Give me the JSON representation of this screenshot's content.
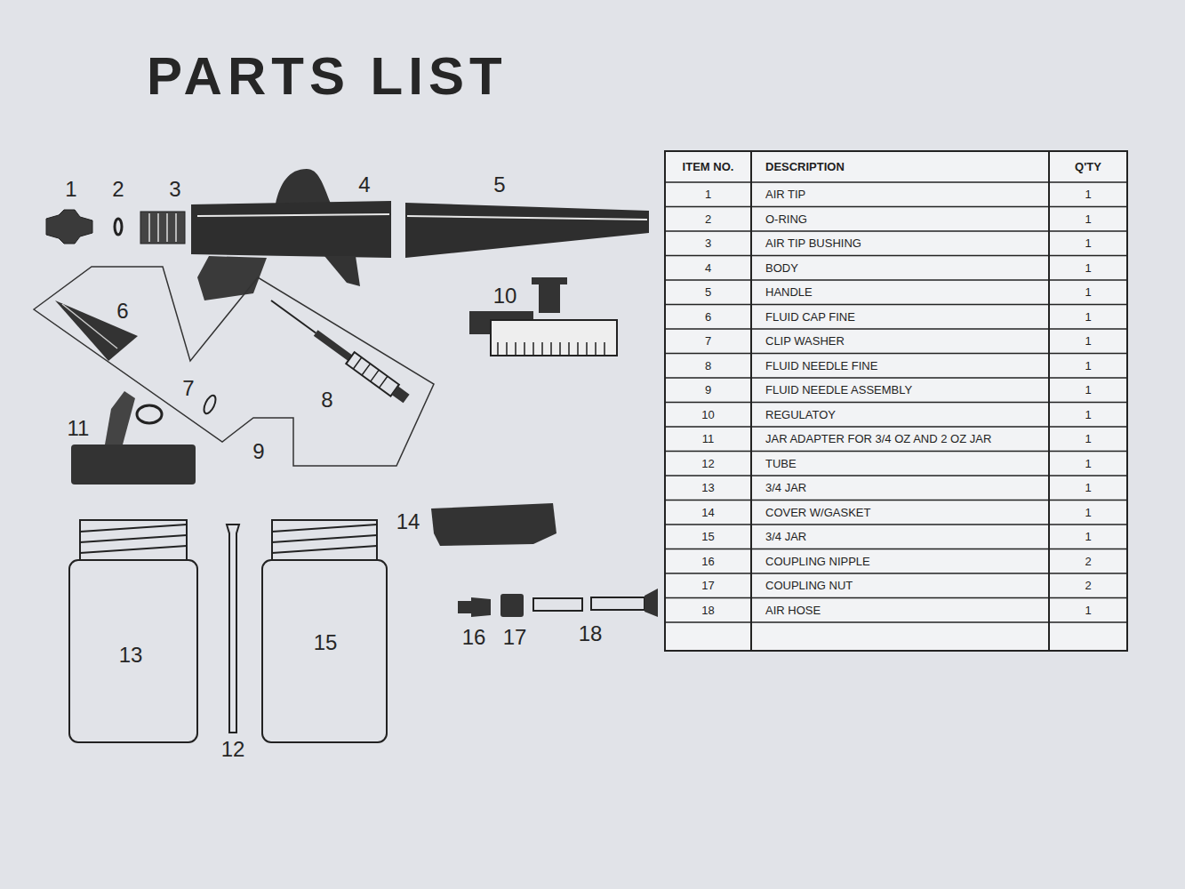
{
  "diagram": {
    "title": "PARTS LIST",
    "labels": [
      "1",
      "2",
      "3",
      "4",
      "5",
      "6",
      "10",
      "7",
      "8",
      "11",
      "9",
      "13",
      "12",
      "15",
      "14",
      "16",
      "17",
      "18",
      "ITEM NO.",
      "DESCRIPTION",
      "Q'TY",
      "1",
      "AIR TIP",
      "1",
      "2",
      "O-RING",
      "1",
      "3",
      "AIR TIP BUSHING",
      "1",
      "4",
      "BODY",
      "1",
      "5",
      "HANDLE",
      "1",
      "6",
      "FLUID CAP FINE",
      "1",
      "7",
      "CLIP WASHER",
      "1",
      "8",
      "FLUID NEEDLE FINE",
      "1",
      "9",
      "FLUID NEEDLE ASSEMBLY",
      "1",
      "10",
      "REGULATOY",
      "1",
      "11",
      "JAR ADAPTER FOR 3/4 OZ AND 2 OZ JAR",
      "1",
      "12",
      "TUBE",
      "1",
      "13",
      "3/4 JAR",
      "1",
      "14",
      "COVER W/GASKET",
      "1",
      "15",
      "3/4 JAR",
      "1",
      "16",
      "COUPLING NIPPLE",
      "2",
      "17",
      "COUPLING NUT",
      "2",
      "18",
      "AIR HOSE",
      "1"
    ]
  }
}
